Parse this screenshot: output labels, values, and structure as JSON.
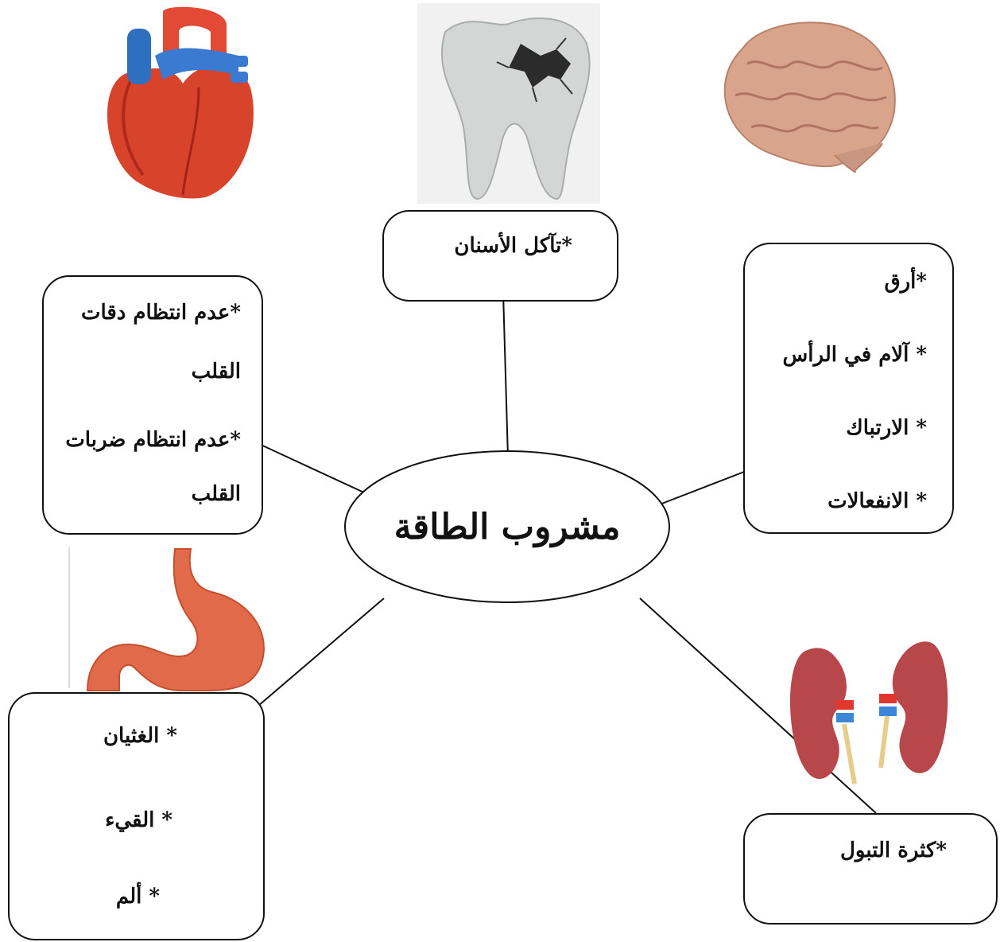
{
  "center": {
    "title": "مشروب الطاقة"
  },
  "teeth": {
    "items": [
      "*تآكل الأسنان"
    ]
  },
  "brain": {
    "items": [
      "*أرق",
      "* آلام في الرأس",
      "* الارتباك",
      "* الانفعالات"
    ]
  },
  "heart": {
    "items": [
      "*عدم انتظام دقات",
      "القلب",
      "*عدم انتظام ضربات",
      "القلب"
    ]
  },
  "stomach": {
    "items": [
      "* الغثيان",
      "* القيء",
      "* ألم"
    ]
  },
  "kidney": {
    "items": [
      "*كثرة التبول"
    ]
  },
  "illustrations": {
    "heart": "heart-illustration",
    "tooth": "cracked-tooth-illustration",
    "brain": "brain-illustration",
    "stomach": "stomach-illustration",
    "kidney": "kidneys-illustration"
  },
  "colors": {
    "heart_red": "#d8432c",
    "heart_blue": "#2f6fc0",
    "tooth_gray": "#c9cccb",
    "brain_pink": "#d9a48c",
    "stomach": "#e06a4a",
    "kidney": "#b7474b"
  }
}
